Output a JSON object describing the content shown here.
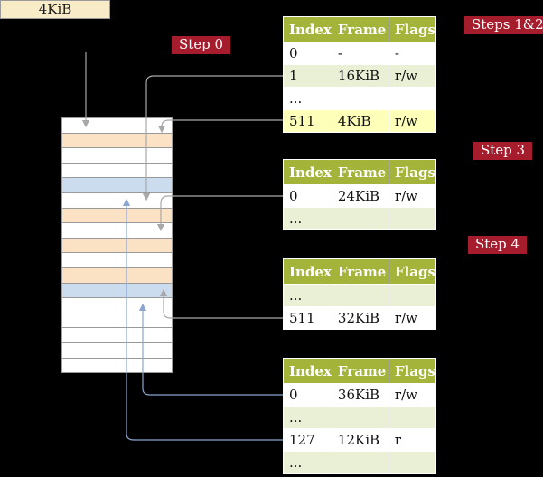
{
  "register": {
    "value": "4KiB"
  },
  "badges": {
    "step0": "Step 0",
    "steps12": "Steps 1&2",
    "step3": "Step 3",
    "step4": "Step 4"
  },
  "tables": [
    {
      "id": "level4-page-table",
      "headers": [
        "Index",
        "Frame",
        "Flags"
      ],
      "rows": [
        {
          "index": "0",
          "frame": "-",
          "flags": "-",
          "variant": "white"
        },
        {
          "index": "1",
          "frame": "16KiB",
          "flags": "r/w",
          "variant": "green"
        },
        {
          "index": "...",
          "frame": "",
          "flags": "",
          "variant": "white"
        },
        {
          "index": "511",
          "frame": "4KiB",
          "flags": "r/w",
          "variant": "yellow"
        }
      ]
    },
    {
      "id": "level3-page-table",
      "headers": [
        "Index",
        "Frame",
        "Flags"
      ],
      "rows": [
        {
          "index": "0",
          "frame": "24KiB",
          "flags": "r/w",
          "variant": "white"
        },
        {
          "index": "...",
          "frame": "",
          "flags": "",
          "variant": "green"
        }
      ]
    },
    {
      "id": "level2-page-table",
      "headers": [
        "Index",
        "Frame",
        "Flags"
      ],
      "rows": [
        {
          "index": "...",
          "frame": "",
          "flags": "",
          "variant": "green"
        },
        {
          "index": "511",
          "frame": "32KiB",
          "flags": "r/w",
          "variant": "white"
        }
      ]
    },
    {
      "id": "level1-page-table",
      "headers": [
        "Index",
        "Frame",
        "Flags"
      ],
      "rows": [
        {
          "index": "0",
          "frame": "36KiB",
          "flags": "r/w",
          "variant": "white"
        },
        {
          "index": "...",
          "frame": "",
          "flags": "",
          "variant": "green"
        },
        {
          "index": "127",
          "frame": "12KiB",
          "flags": "r",
          "variant": "white"
        },
        {
          "index": "...",
          "frame": "",
          "flags": "",
          "variant": "green"
        }
      ]
    }
  ],
  "memory": {
    "cells": [
      {
        "variant": "white"
      },
      {
        "variant": "peach"
      },
      {
        "variant": "white"
      },
      {
        "variant": "white"
      },
      {
        "variant": "blue"
      },
      {
        "variant": "white"
      },
      {
        "variant": "peach"
      },
      {
        "variant": "white"
      },
      {
        "variant": "peach"
      },
      {
        "variant": "white"
      },
      {
        "variant": "peach"
      },
      {
        "variant": "blue"
      },
      {
        "variant": "white"
      },
      {
        "variant": "white"
      },
      {
        "variant": "white"
      },
      {
        "variant": "white"
      },
      {
        "variant": "white"
      }
    ]
  },
  "colors": {
    "headerOlive": "#a4b43a",
    "rowGreen": "#eaf0d6",
    "rowYellow": "#feffb9",
    "peach": "#fbe2c4",
    "blueCell": "#cbdcee",
    "cream": "#f7ebc8",
    "badgeRed": "#a51d2d",
    "arrowGray": "#a8a8a8",
    "arrowBlue": "#8aa5d2"
  }
}
